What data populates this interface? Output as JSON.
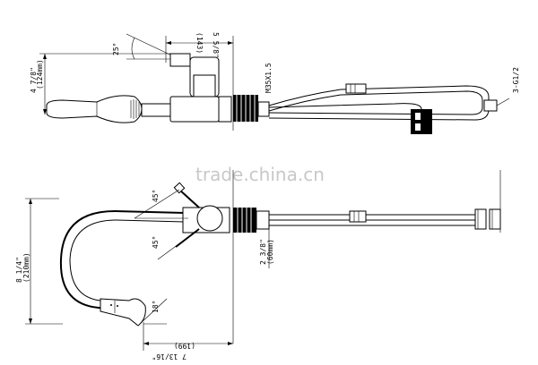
{
  "drawing": {
    "top_view": {
      "height_dim": "4 7/8\"",
      "height_dim_metric": "(124mm)",
      "angle": "25°",
      "width_dim": "5 5/8\"",
      "width_dim_metric": "(143)",
      "thread": "M35X1.5",
      "inlet": "3-G1/2"
    },
    "front_view": {
      "height_dim": "8 1/4\"",
      "height_dim_metric": "(210mm)",
      "angle_top": "45°",
      "angle_bottom": "45°",
      "spray_angle": "18°",
      "base_dim": "2 3/8\"",
      "base_dim_metric": "(60mm)",
      "reach_dim": "7 13/16\"",
      "reach_dim_metric": "(199)"
    },
    "watermark": "trade.china.cn"
  },
  "colors": {
    "line": "#000000",
    "watermark": "#c8c8c8",
    "background": "#ffffff"
  }
}
